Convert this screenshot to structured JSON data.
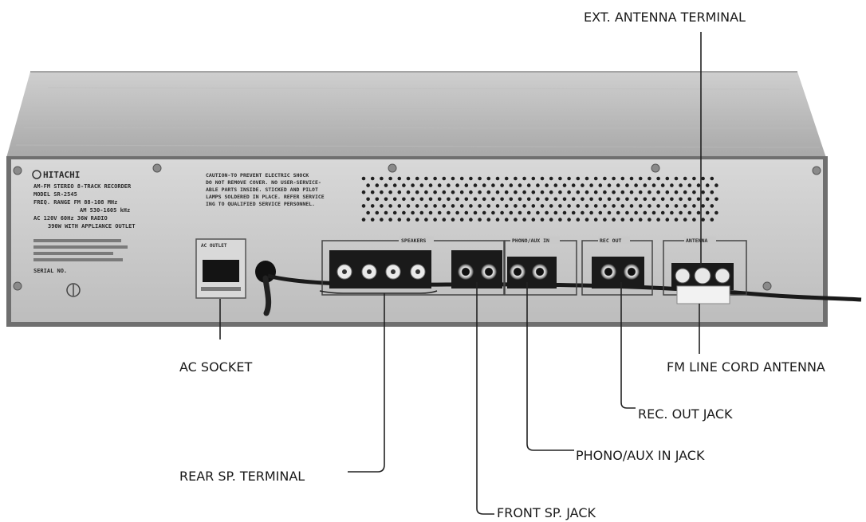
{
  "diagram": {
    "brand_logo": "HITACHI",
    "model_plate": [
      "AM-FM STEREO 8-TRACK RECORDER",
      "MODEL SR-2545",
      "FREQ. RANGE FM 88-108 MHz",
      "AM 530-1605 kHz",
      "AC 120V 60Hz 36W RADIO",
      "390W WITH APPLIANCE OUTLET",
      "SERIAL NO."
    ],
    "caution_text": [
      "CAUTION-TO PREVENT ELECTRIC SHOCK",
      "DO NOT REMOVE COVER. NO USER-SERVICE-",
      "ABLE PARTS INSIDE. STICKED AND PILOT",
      "LAMPS SOLDERED IN PLACE. REFER SERVICE",
      "ING TO QUALIFIED SERVICE PERSONNEL."
    ],
    "ac_outlet_label": "AC OUTLET",
    "speakers_label": "SPEAKERS",
    "phono_label": "PHONO/AUX IN",
    "rec_out_label": "REC OUT",
    "antenna_label": "ANTENNA",
    "callouts": {
      "ext_antenna_terminal": "EXT. ANTENNA TERMINAL",
      "fm_line_cord_antenna": "FM LINE CORD ANTENNA",
      "ac_socket": "AC SOCKET",
      "rec_out_jack": "REC. OUT JACK",
      "phono_aux_in_jack": "PHONO/AUX IN JACK",
      "rear_sp_terminal": "REAR SP. TERMINAL",
      "front_sp_jack": "FRONT SP. JACK"
    }
  }
}
